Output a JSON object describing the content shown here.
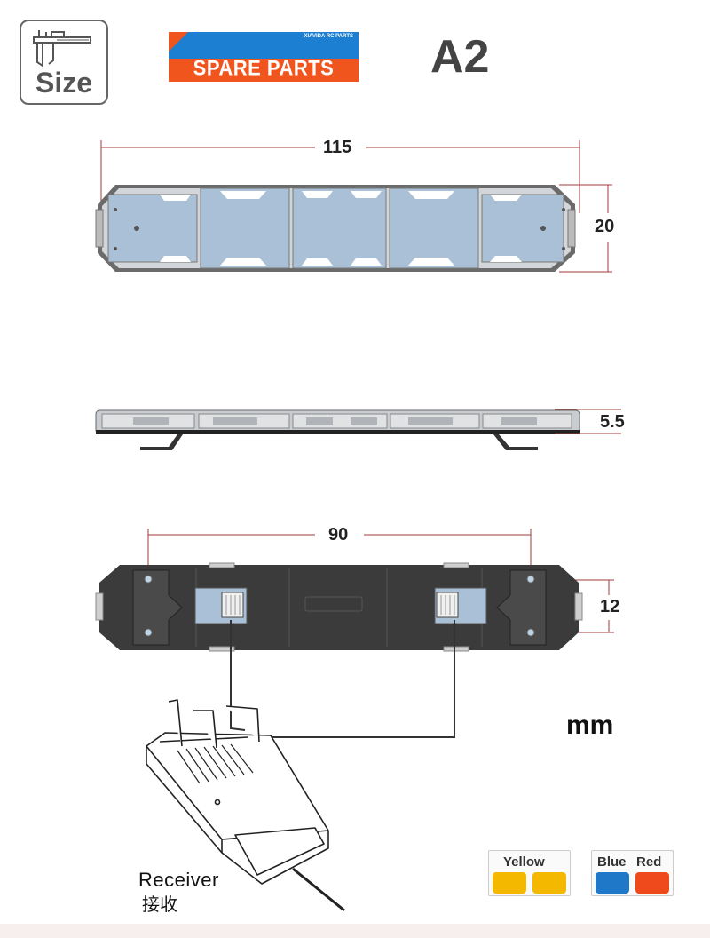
{
  "badge": {
    "label": "Size",
    "icon": "caliper-icon"
  },
  "banner": {
    "brand": "XIAVIDA RC PARTS",
    "title": "SPARE PARTS",
    "colors": {
      "top": "#1c7fd1",
      "bottom": "#f0551e"
    }
  },
  "model": "A2",
  "dimensions": {
    "length": "115",
    "width": "20",
    "height": "5.5",
    "hole_spacing": "90",
    "hole_pitch": "12"
  },
  "unit": "mm",
  "receiver": {
    "label": "Receiver",
    "label_cn": "接收"
  },
  "legend": [
    {
      "title": "Yellow",
      "colors": [
        "#f5b800",
        "#f5b800"
      ]
    },
    {
      "title": "Blue",
      "title2": "Red",
      "colors": [
        "#1f78c8",
        "#ee4a1b"
      ]
    }
  ]
}
